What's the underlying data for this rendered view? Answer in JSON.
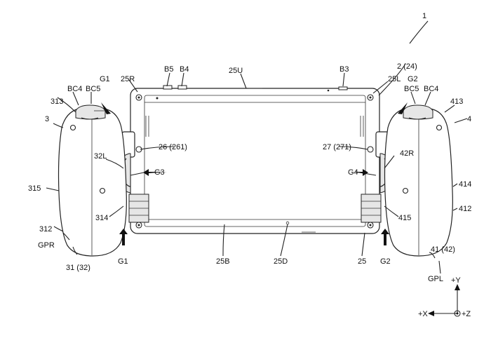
{
  "figure": {
    "figure_number": "1",
    "device_ref": "2 (24)",
    "left_grip": {
      "housing": "3",
      "lower_label": "31 (32)",
      "surface": "312",
      "side": "315",
      "upper": "313",
      "inner": "314",
      "button_bc4": "BC4",
      "button_bc5": "BC5",
      "grip_ref": "GPR"
    },
    "right_grip": {
      "housing": "4",
      "lower_label": "41 (42)",
      "surface": "412",
      "side": "414",
      "upper": "413",
      "inner": "415",
      "button_bc4": "BC4",
      "button_bc5": "BC5",
      "grip_ref": "GPL"
    },
    "main_unit": {
      "upper_edge": "25U",
      "bottom_edge_b": "25B",
      "bottom_edge_d": "25D",
      "frame": "25",
      "right_side": "25R",
      "left_side": "25L",
      "left_rail": "26 (261)",
      "right_rail": "27 (271)",
      "button_b5": "B5",
      "button_b4": "B4",
      "button_b3": "B3"
    },
    "gaps": {
      "g1_top": "G1",
      "g1_bottom": "G1",
      "g2_top": "G2",
      "g2_bottom": "G2",
      "g3": "G3",
      "g4": "G4"
    },
    "connectors": {
      "left": "32L",
      "right": "42R"
    },
    "axes": {
      "y": "+Y",
      "x": "+X",
      "z": "+Z"
    }
  }
}
